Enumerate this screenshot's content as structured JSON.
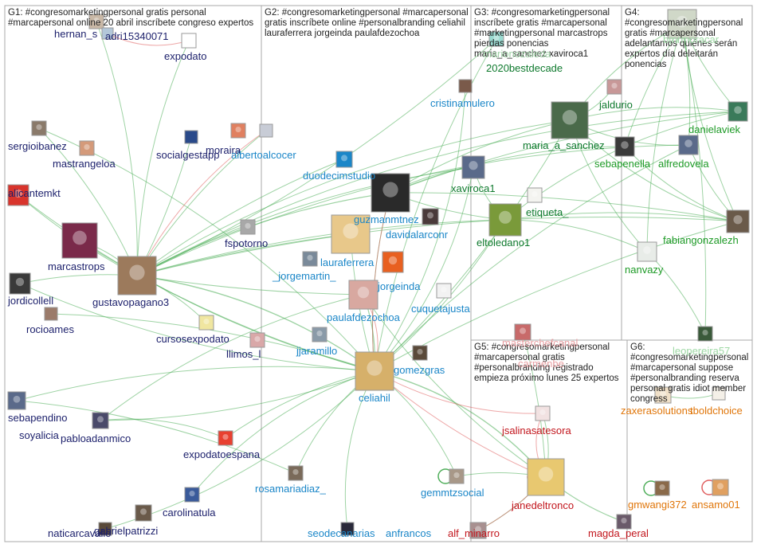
{
  "groups": [
    {
      "id": "G1",
      "label": "G1: #congresomarketingpersonal gratis personal\n#marcapersonal online 20 abril inscríbete congreso expertos"
    },
    {
      "id": "G2",
      "label": "G2: #congresomarketingpersonal #marcapersonal\ngratis inscríbete online #personalbranding celiahil\nlauraferrera jorgeinda paulafdezochoa"
    },
    {
      "id": "G3",
      "label": "G3: #congresomarketingpersonal\ninscríbete gratis #marcapersonal\n#marketingpersonal marcastrops\npierdas ponencias\nmaria_a_sanchez xaviroca1"
    },
    {
      "id": "G4",
      "label": "G4: #congresomarketingpersonal\ngratis #marcapersonal\nadelantamos quiénes serán\nexpertos día deleitarán\nponencias"
    },
    {
      "id": "G5",
      "label": "G5: #congresomarketingpersonal\n#marcapersonal gratis\n#personalbranding registrado\nempieza próximo lunes 25 expertos"
    },
    {
      "id": "G6",
      "label": "G6: #congresomarketingpersonal\n#marcapersonal suppose\n#personalbranding reserva\npersonal gratis idiot member\ncongress"
    }
  ],
  "nodes": {
    "hernan": "hernan_s",
    "adri": "adri15340071",
    "expodato": "expodato",
    "sergioibanez": "sergioibanez",
    "mastrangeloa": "mastrangeloa",
    "socialgestapp": "socialgestapp",
    "moraira": "moraira",
    "albertoalcocer": "albertoalcocer",
    "alicantemkt": "alicantemkt",
    "marcastrops": "marcastrops",
    "fspotorno": "fspotorno",
    "jordicollell": "jordicollell",
    "gustavopagano3": "gustavopagano3",
    "rocioames": "rocioames",
    "cursosexpodato": "cursosexpodato",
    "llimos": "llimos_l",
    "sebapendino": "sebapendino",
    "soyalicia": "soyalicia",
    "pabloadanmico": "pabloadanmico",
    "expodatoespana": "expodatoespana",
    "carolinatula": "carolinatula",
    "naticarcavallo": "naticarcavallo",
    "gabrielpatrizzi": "gabrielpatrizzi",
    "duodecimstudio": "duodecimstudio",
    "guzmanmtnez": "guzmanmtnez",
    "davidalarconr": "davidalarconr",
    "lauraferrera": "lauraferrera",
    "jorgemartin": "_jorgemartin_",
    "jorgeinda": "jorgeinda",
    "paulafdezochoa": "paulafdezochoa",
    "cuquetajusta": "cuquetajusta",
    "jjaramillo": "jjaramillo",
    "gomezgras": "gomezgras",
    "celiahil": "celiahil",
    "rosamariadiaz": "rosamariadiaz_",
    "gemmtzsocial": "gemmtzsocial",
    "seodecanarias": "seodecanarias",
    "anfrancos": "anfrancos",
    "marionozaleda": "marionozaleda",
    "bestdecade": "2020bestdecade",
    "cristinamulero": "cristinamulero",
    "jaldurio": "jaldurio",
    "maria_a_sanchez": "maria_a_sanchez",
    "xaviroca1": "xaviroca1",
    "etiqueta": "etiqueta_",
    "eltoledano1": "eltoledano1",
    "bmrmoracar": "bmrmoracar",
    "danielaviek": "danielaviek",
    "sebapenella": "sebapenella",
    "alfredovela": "alfredovela",
    "fabiangonzalezh": "fabiangonzalezh",
    "nanvazy": "nanvazy",
    "leopereira57": "leopereira57",
    "masterchefcanal": "masterchefcanal",
    "carmenbe": "carmenbe",
    "jsalinasatesora": "jsalinasatesora",
    "janedeltronco": "janedeltronco",
    "alf_minarro": "alf_minarro",
    "magda_peral": "magda_peral",
    "zaxerasolutions": "zaxerasolutions",
    "tboldchoice": "tboldchoice",
    "gmwangi372": "gmwangi372",
    "ansamo01": "ansamo01"
  },
  "colors": {
    "g1": "#1b1f6b",
    "g2": "#1a86c8",
    "g3": "#0f7a2e",
    "g4": "#1d9a26",
    "g5": "#c2161d",
    "g6": "#e0760a",
    "faded_g3": "#9fd0a6",
    "faded_g4": "#9fd9a6",
    "faded_g5": "#e8a0a3",
    "edge_green": "#4fae5a",
    "edge_red": "#e06060",
    "border": "#9a9a9a"
  }
}
